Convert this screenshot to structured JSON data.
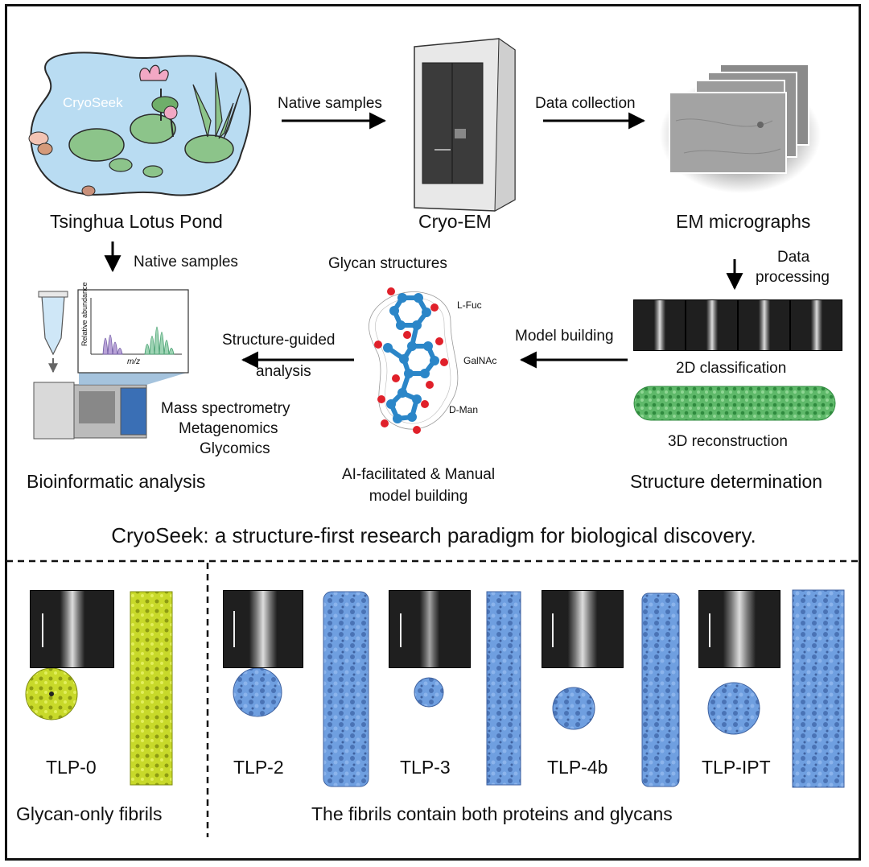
{
  "pond": {
    "label": "Tsinghua Lotus Pond",
    "watermark": "CryoSeek"
  },
  "microscope": {
    "label": "Cryo-EM"
  },
  "micrographs": {
    "label": "EM micrographs"
  },
  "arrows": {
    "native_samples_top": "Native samples",
    "data_collection": "Data collection",
    "native_samples_down": "Native samples",
    "data_processing_1": "Data",
    "data_processing_2": "processing",
    "model_building": "Model building",
    "structure_guided_1": "Structure-guided",
    "structure_guided_2": "analysis"
  },
  "glycan": {
    "title": "Glycan structures",
    "fuc": "L-Fuc",
    "galnac": "GalNAc",
    "man": "D-Man",
    "caption_1": "AI-facilitated & Manual",
    "caption_2": "model building"
  },
  "spectrum": {
    "ylabel": "Relative abundance",
    "xlabel": "m/z"
  },
  "bioinfo": {
    "line1": "Mass spectrometry",
    "line2": "Metagenomics",
    "line3": "Glycomics",
    "caption": "Bioinformatic analysis"
  },
  "structure": {
    "class2d": "2D classification",
    "recon3d": "3D reconstruction",
    "caption": "Structure determination"
  },
  "headline": "CryoSeek: a structure-first research paradigm for biological discovery.",
  "fibrils": {
    "tlp0": "TLP-0",
    "tlp2": "TLP-2",
    "tlp3": "TLP-3",
    "tlp4b": "TLP-4b",
    "tlpipt": "TLP-IPT",
    "left_caption": "Glycan-only fibrils",
    "right_caption": "The fibrils contain both proteins and glycans"
  },
  "colors": {
    "protein_blue": "#6f9fe0",
    "glycan_yellow": "#c8d92a",
    "pond_blue": "#b9dcf2",
    "lily_green": "#8cc48a",
    "atom_blue": "#2b86c8",
    "atom_red": "#e0202a"
  }
}
